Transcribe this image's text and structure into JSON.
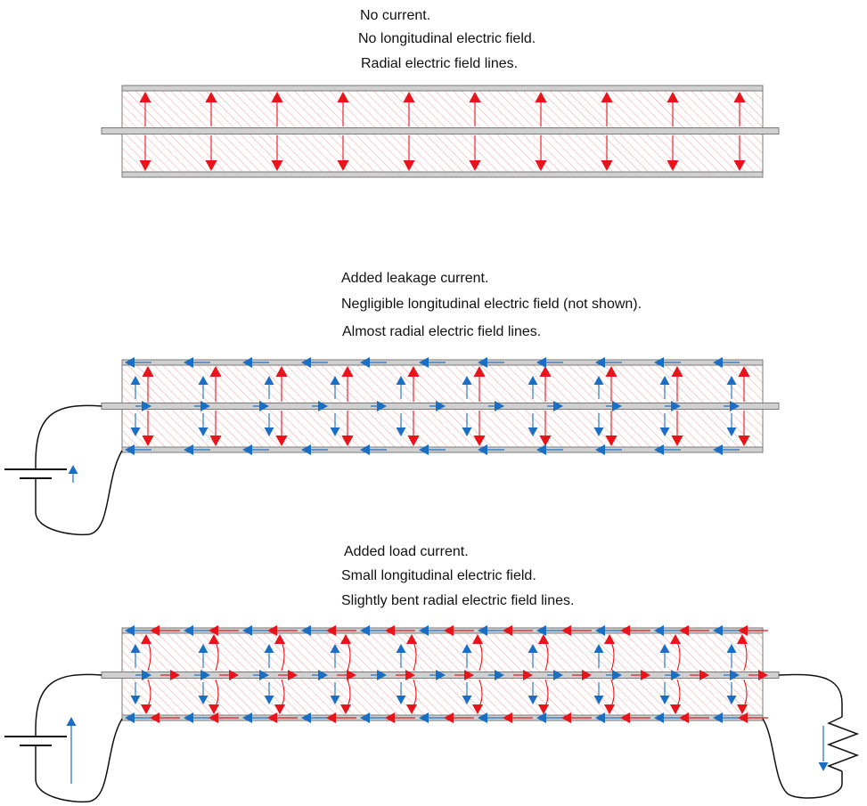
{
  "colors": {
    "red_field": "#e8131b",
    "blue_current": "#1a6fc4",
    "hatch": "#f0a0a0",
    "conductor_fill": "#d0d0d0",
    "conductor_stroke": "#7a7a7a",
    "wire": "#111111"
  },
  "panels": [
    {
      "id": "no-current",
      "captions": [
        "No current.",
        "No longitudinal electric field.",
        "Radial electric field lines."
      ],
      "has_leakage_current": false,
      "has_load_current": false,
      "has_source": false,
      "has_load": false
    },
    {
      "id": "leakage-current",
      "captions": [
        "Added leakage current.",
        "Negligible longitudinal electric field (not shown).",
        "Almost radial electric field lines."
      ],
      "has_leakage_current": true,
      "has_load_current": false,
      "has_source": true,
      "has_load": false
    },
    {
      "id": "load-current",
      "captions": [
        "Added load current.",
        "Small longitudinal electric field.",
        "Slightly bent radial electric field lines."
      ],
      "has_leakage_current": true,
      "has_load_current": true,
      "has_source": true,
      "has_load": true
    }
  ]
}
